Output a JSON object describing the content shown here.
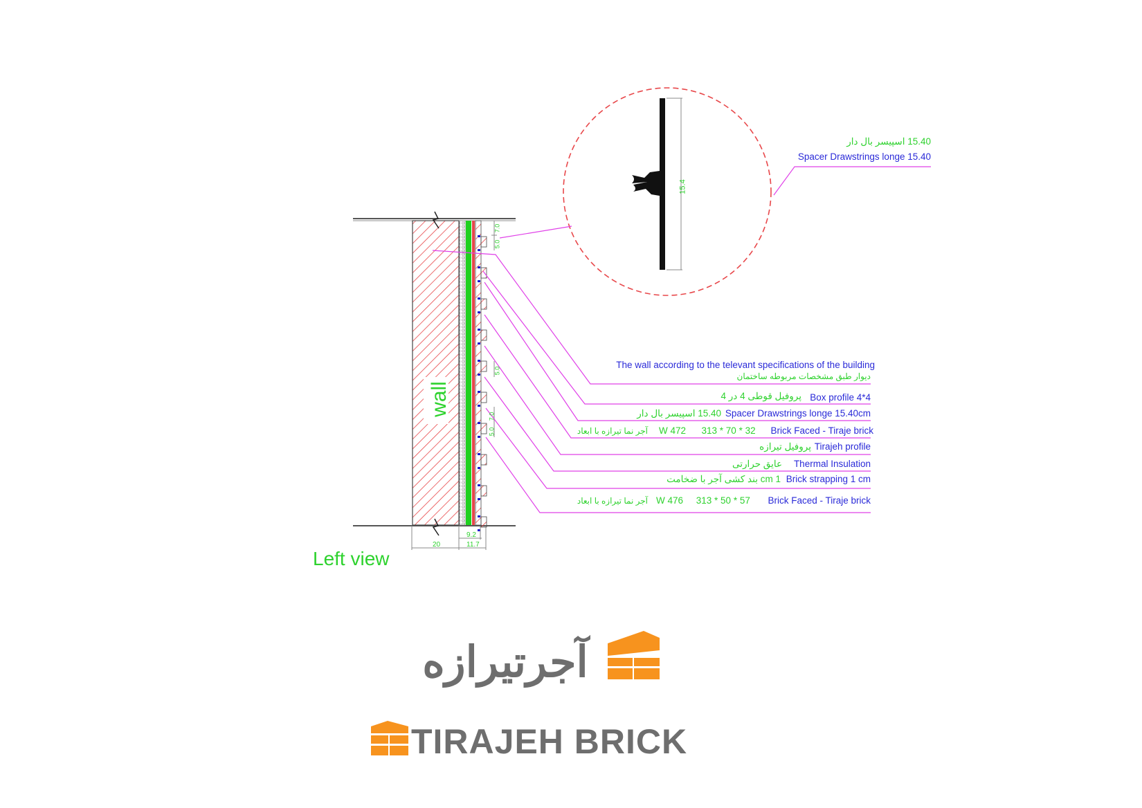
{
  "colors": {
    "wall_hatch": "#e8474a",
    "insulation": "#1fd11f",
    "leader": "#e040e8",
    "label_en": "#2a2ad8",
    "label_fa": "#2ed22e",
    "logo_gray": "#6e6e6e",
    "logo_orange": "#f7931e"
  },
  "detail": {
    "label_fa": "15.40   اسپیسر بال دار",
    "label_en": "Spacer Drawstrings longe 15.40",
    "dimension": "15.4"
  },
  "section": {
    "wall_label": "wall",
    "view_title": "Left view",
    "dims": {
      "top_a": "7.0",
      "top_b": "5.0",
      "mid_a": "5.0",
      "mid_b": "7.0",
      "mid_c": "5.0",
      "bottom_inner": "9.2",
      "bottom_wall": "20",
      "bottom_outer": "11.7"
    }
  },
  "labels": [
    {
      "en": "The wall according to the televant specifications of the building",
      "fa": "دیوار طبق مشخصات مربوطه ساختمان"
    },
    {
      "en": "Box profile 4*4",
      "fa": "پروفیل قوطی 4 در 4"
    },
    {
      "en": "Spacer Drawstrings longe 15.40cm",
      "fa": "15.40 اسپیسر بال دار"
    },
    {
      "en": "Brick Faced - Tiraje brick",
      "spec": "W 472      313 * 70 * 32",
      "fa": "آجر نما تیرازه با ابعاد"
    },
    {
      "en": "Tirajeh profile",
      "fa": "پروفیل تیرازه"
    },
    {
      "en": "Thermal Insulation",
      "fa": "عایق حرارتی"
    },
    {
      "en": "Brick strapping 1 cm",
      "fa": "1 cm  بند کشی آجر با ضخامت"
    },
    {
      "en": "Brick Faced - Tiraje brick",
      "spec": "W 476     313 * 50 * 57",
      "fa": "آجر نما تیرازه با ابعاد"
    }
  ],
  "logo": {
    "fa": "آجرتیرازه",
    "en": "TIRAJEH BRICK"
  }
}
